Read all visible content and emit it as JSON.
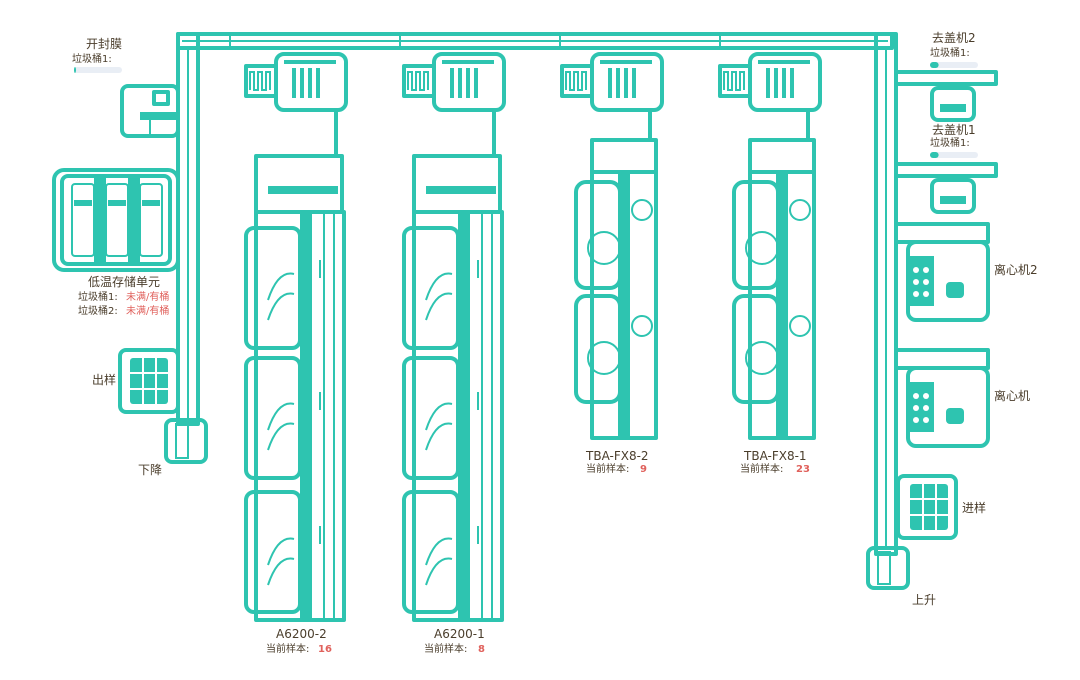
{
  "colors": {
    "accent": "#2ec4b0",
    "label": "#4a3d2b",
    "alert": "#e0615c",
    "bar_bg": "#e9eef5"
  },
  "units": {
    "decapper_open": {
      "name": "开封膜",
      "bin1_label": "垃圾桶1:",
      "bin1_fill": 0.04
    },
    "cold_storage": {
      "name": "低温存储单元",
      "bin1_label": "垃圾桶1:",
      "bin1_status": "未满/有桶",
      "bin2_label": "垃圾桶2:",
      "bin2_status": "未满/有桶"
    },
    "output": {
      "name": "出样"
    },
    "down": {
      "name": "下降"
    },
    "decapper2": {
      "name": "去盖机2",
      "bin1_label": "垃圾桶1:",
      "bin1_fill": 0.18
    },
    "decapper1": {
      "name": "去盖机1",
      "bin1_label": "垃圾桶1:",
      "bin1_fill": 0.18
    },
    "centrifuge2": {
      "name": "离心机2"
    },
    "centrifuge": {
      "name": "离心机"
    },
    "input": {
      "name": "进样"
    },
    "up": {
      "name": "上升"
    }
  },
  "analyzers": [
    {
      "id": "a6200_2",
      "name": "A6200-2",
      "sample_label": "当前样本:",
      "sample_count": "16"
    },
    {
      "id": "a6200_1",
      "name": "A6200-1",
      "sample_label": "当前样本:",
      "sample_count": "8"
    },
    {
      "id": "tba_fx8_2",
      "name": "TBA-FX8-2",
      "sample_label": "当前样本:",
      "sample_count": "9"
    },
    {
      "id": "tba_fx8_1",
      "name": "TBA-FX8-1",
      "sample_label": "当前样本:",
      "sample_count": "23"
    }
  ]
}
